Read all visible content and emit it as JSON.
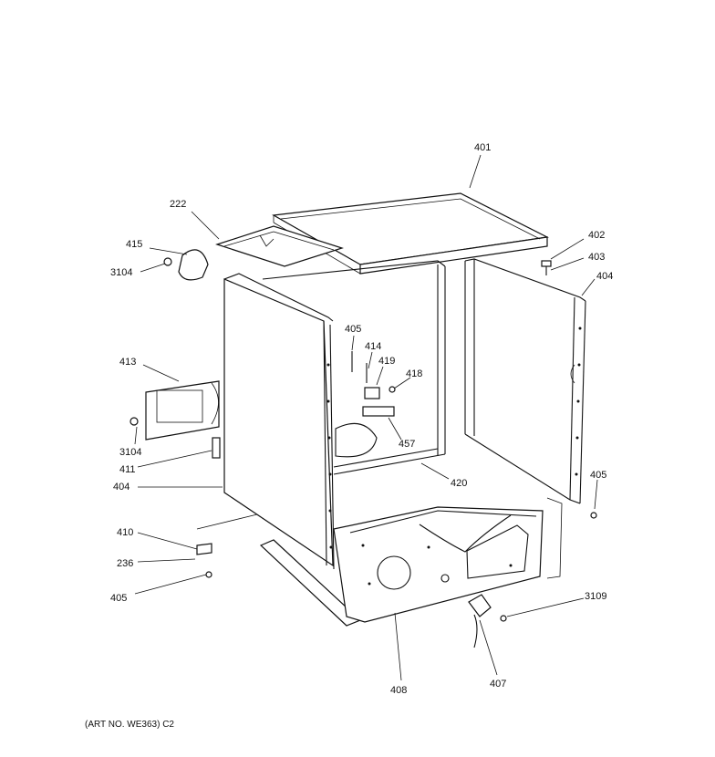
{
  "diagram": {
    "caption": "(ART NO. WE363) C2",
    "callouts": [
      {
        "id": "c401",
        "text": "401"
      },
      {
        "id": "c222",
        "text": "222"
      },
      {
        "id": "c415",
        "text": "415"
      },
      {
        "id": "c3104a",
        "text": "3104"
      },
      {
        "id": "c402",
        "text": "402"
      },
      {
        "id": "c403",
        "text": "403"
      },
      {
        "id": "c404a",
        "text": "404"
      },
      {
        "id": "c405a",
        "text": "405"
      },
      {
        "id": "c414",
        "text": "414"
      },
      {
        "id": "c419",
        "text": "419"
      },
      {
        "id": "c418",
        "text": "418"
      },
      {
        "id": "c413",
        "text": "413"
      },
      {
        "id": "c457",
        "text": "457"
      },
      {
        "id": "c3104b",
        "text": "3104"
      },
      {
        "id": "c411",
        "text": "411"
      },
      {
        "id": "c420",
        "text": "420"
      },
      {
        "id": "c404b",
        "text": "404"
      },
      {
        "id": "c405b",
        "text": "405"
      },
      {
        "id": "c410",
        "text": "410"
      },
      {
        "id": "c236",
        "text": "236"
      },
      {
        "id": "c405c",
        "text": "405"
      },
      {
        "id": "c3109",
        "text": "3109"
      },
      {
        "id": "c408",
        "text": "408"
      },
      {
        "id": "c407",
        "text": "407"
      }
    ]
  }
}
